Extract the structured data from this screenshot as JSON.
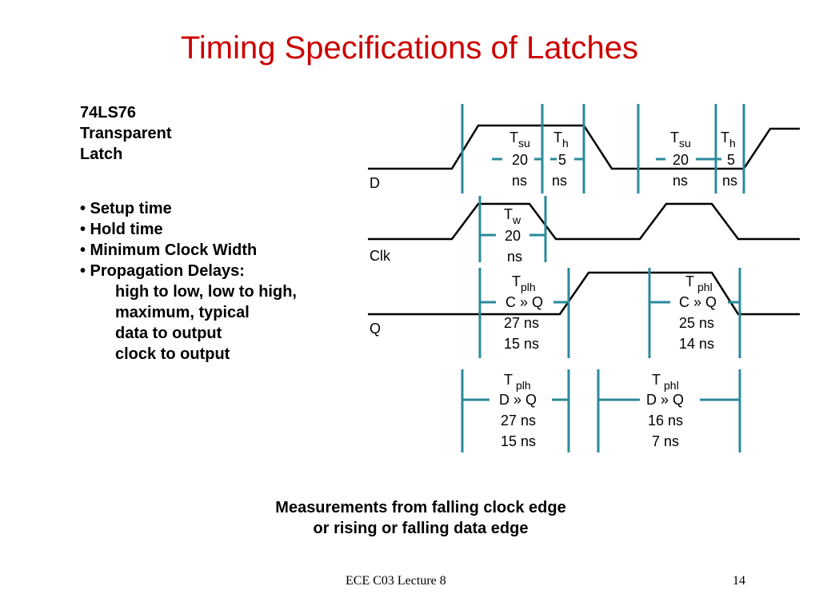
{
  "slide": {
    "title": "Timing Specifications of Latches",
    "heading": [
      "74LS76",
      "Transparent",
      "Latch"
    ],
    "bullets": [
      "• Setup time",
      "• Hold time",
      "• Minimum Clock Width",
      "• Propagation Delays:"
    ],
    "sub_bullets": [
      "high to low, low to high,",
      "maximum, typical",
      "data to output",
      "clock to output"
    ],
    "caption": [
      "Measurements from falling clock edge",
      "or rising or falling data edge"
    ],
    "footer_left": "ECE C03 Lecture 8",
    "footer_right": "14"
  },
  "signals": {
    "d": "D",
    "clk": "Clk",
    "q": "Q"
  },
  "timing": {
    "tsu1": {
      "main": "T",
      "sub": "su",
      "value": "20",
      "unit": "ns"
    },
    "th1": {
      "main": "T",
      "sub": "h",
      "value": "5",
      "unit": "ns"
    },
    "tsu2": {
      "main": "T",
      "sub": "su",
      "value": "20",
      "unit": "ns"
    },
    "th2": {
      "main": "T",
      "sub": "h",
      "value": "5",
      "unit": "ns"
    },
    "tw": {
      "main": "T",
      "sub": "w",
      "value": "20",
      "unit": "ns"
    },
    "tplh_cq": {
      "main": "T",
      "sub": "plh",
      "path": "C » Q",
      "max": "27 ns",
      "typ": "15 ns"
    },
    "tphl_cq": {
      "main": "T",
      "sub": "phl",
      "path": "C » Q",
      "max": "25 ns",
      "typ": "14 ns"
    },
    "tplh_dq": {
      "main": "T",
      "sub": "plh",
      "path": "D » Q",
      "max": "27 ns",
      "typ": "15 ns"
    },
    "tphl_dq": {
      "main": "T",
      "sub": "phl",
      "path": "D » Q",
      "max": "16 ns",
      "typ": "7 ns"
    }
  },
  "colors": {
    "title": "#cc0000",
    "marker": "#2a8a9a"
  }
}
